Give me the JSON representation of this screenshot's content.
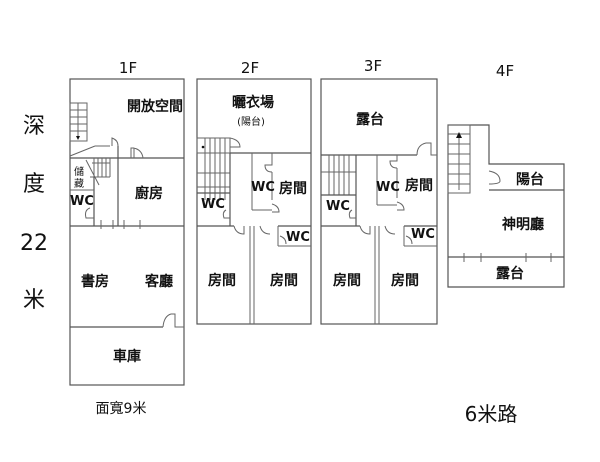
{
  "title": "Floor plans 1F-4F",
  "depth_label": {
    "chars": [
      "深",
      "度",
      "22",
      "米"
    ]
  },
  "frontage_label": "面寬9米",
  "road_label": "6米路",
  "floors": [
    {
      "label": "1F",
      "rooms": {
        "open_space": "開放空間",
        "storage_1": "儲",
        "storage_2": "藏",
        "wc": "WC",
        "kitchen": "廚房",
        "study": "書房",
        "living": "客廳",
        "garage": "車庫"
      }
    },
    {
      "label": "2F",
      "rooms": {
        "laundry": "曬衣場",
        "laundry_sub": "(陽台)",
        "wc_left": "WC",
        "wc_mid": "WC",
        "room_right": "房間",
        "wc_small": "WC",
        "room_bl": "房間",
        "room_br": "房間"
      }
    },
    {
      "label": "3F",
      "rooms": {
        "terrace": "露台",
        "wc_left": "WC",
        "wc_mid": "WC",
        "room_right": "房間",
        "wc_small": "WC",
        "room_bl": "房間",
        "room_br": "房間"
      }
    },
    {
      "label": "4F",
      "rooms": {
        "balcony": "陽台",
        "shrine": "神明廳",
        "terrace": "露台"
      }
    }
  ]
}
